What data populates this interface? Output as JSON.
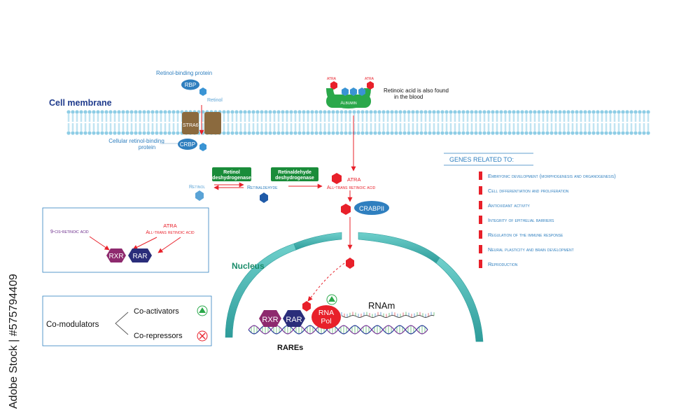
{
  "membrane": {
    "label": "Cell membrane"
  },
  "blood": {
    "atra_left": "ATRA",
    "atra_right": "ATRA",
    "albumin": "Albumin",
    "note_line1": "Retinoic acid is also found",
    "note_line2": "in the blood"
  },
  "retinol_entry": {
    "rbp_title": "Retinol-binding protein",
    "rbp": "RBP",
    "retinol": "Retinol",
    "stra6": "STRA6",
    "crbp_title_line1": "Cellular retinol-binding",
    "crbp_title_line2": "protein",
    "crbp": "CRBP"
  },
  "pathway": {
    "enzyme1_line1": "Retinol",
    "enzyme1_line2": "deshydrogenase",
    "enzyme2_line1": "Retinaldehyde",
    "enzyme2_line2": "deshydrogenase",
    "retinol": "Retinol",
    "retinaldehyde": "Retinaldehyde",
    "atra": "ATRA",
    "atra_full": "All-trans retinoic acid",
    "crabpii": "CRABPII"
  },
  "ligands_box": {
    "cis": "9-cis-retinoic acid",
    "atra": "ATRA",
    "atra_full": "All-trans retinoic acid",
    "rxr": "RXR",
    "rar": "RAR"
  },
  "comodulators": {
    "title": "Co-modulators",
    "activators": "Co-activators",
    "repressors": "Co-repressors"
  },
  "nucleus": {
    "label": "Nucleus",
    "rxr": "RXR",
    "rar": "RAR",
    "rnapol_line1": "RNA",
    "rnapol_line2": "Pol",
    "rnam": "RNAm",
    "rares": "RAREs"
  },
  "genes": {
    "title": "GENES RELATED TO:",
    "items": [
      "Embryonic development (morphogenesis and organogenesis)",
      "Cell differentiation and proliferation",
      "Antioxidant activity",
      "Integrity of epithelial barriers",
      "Regulation of the immune response",
      "Neural plasticity and brain development",
      "Reproduction"
    ]
  },
  "watermark": {
    "text": "Adobe Stock | #575794409"
  },
  "colors": {
    "membrane": "#8ecde6",
    "nucleus": "#46b7b4",
    "rxr": "#8e2a6e",
    "rar": "#2a2d7a",
    "red": "#e8202a",
    "blue": "#2f7fbf",
    "green": "#1a8c3a",
    "brown": "#8b6a3e"
  }
}
